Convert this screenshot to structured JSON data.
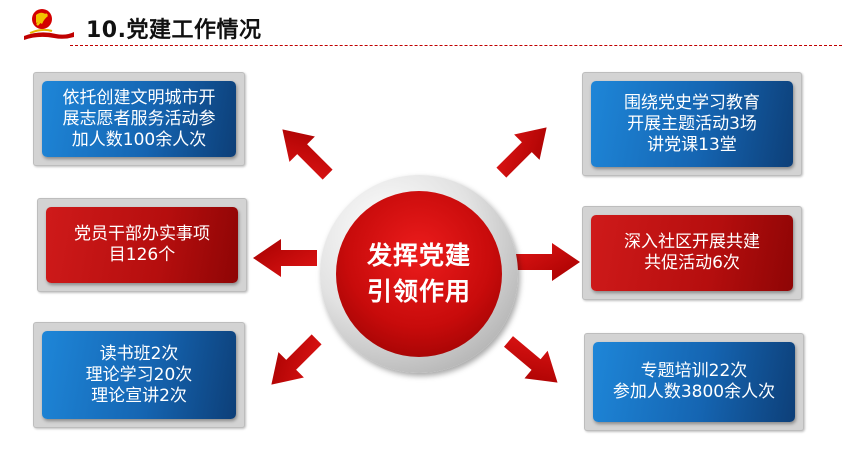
{
  "header": {
    "title": "10.党建工作情况",
    "logo_icon": "party-emblem-icon"
  },
  "hub": {
    "line1": "发挥党建",
    "line2": "引领作用"
  },
  "boxes": {
    "top_left": {
      "text": "依托创建文明城市开\n展志愿者服务活动参\n加人数100余人次",
      "color": "#1a6fc4"
    },
    "middle_left": {
      "text": "党员干部办实事项\n目126个",
      "color": "#c00000"
    },
    "bottom_left": {
      "text": "读书班2次\n理论学习20次\n理论宣讲2次",
      "color": "#1a6fc4"
    },
    "top_right": {
      "text": "围绕党史学习教育\n开展主题活动3场\n讲党课13堂",
      "color": "#1a6fc4"
    },
    "middle_right": {
      "text": "深入社区开展共建\n共促活动6次",
      "color": "#c00000"
    },
    "bottom_right": {
      "text": "专题培训22次\n参加人数3800余人次",
      "color": "#1a6fc4"
    }
  },
  "colors": {
    "accent_red": "#c00000",
    "accent_blue": "#1a6fc4"
  }
}
